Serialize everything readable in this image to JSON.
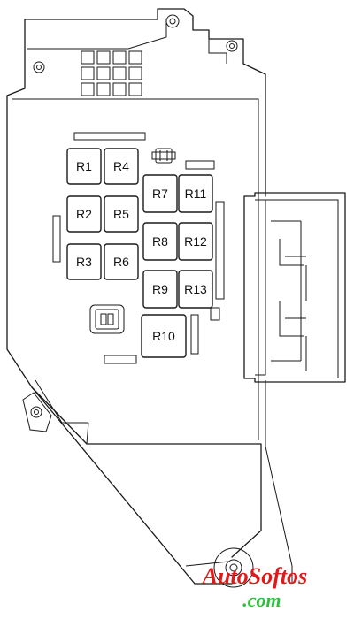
{
  "relays": [
    {
      "id": "r1",
      "label": "R1"
    },
    {
      "id": "r2",
      "label": "R2"
    },
    {
      "id": "r3",
      "label": "R3"
    },
    {
      "id": "r4",
      "label": "R4"
    },
    {
      "id": "r5",
      "label": "R5"
    },
    {
      "id": "r6",
      "label": "R6"
    },
    {
      "id": "r7",
      "label": "R7"
    },
    {
      "id": "r8",
      "label": "R8"
    },
    {
      "id": "r9",
      "label": "R9"
    },
    {
      "id": "r10",
      "label": "R10"
    },
    {
      "id": "r11",
      "label": "R11"
    },
    {
      "id": "r12",
      "label": "R12"
    },
    {
      "id": "r13",
      "label": "R13"
    }
  ],
  "watermark": {
    "main": "AutoSoftos",
    "sub": ".com",
    "main_color": "#e0191b",
    "sub_color": "#2fbf3a"
  }
}
